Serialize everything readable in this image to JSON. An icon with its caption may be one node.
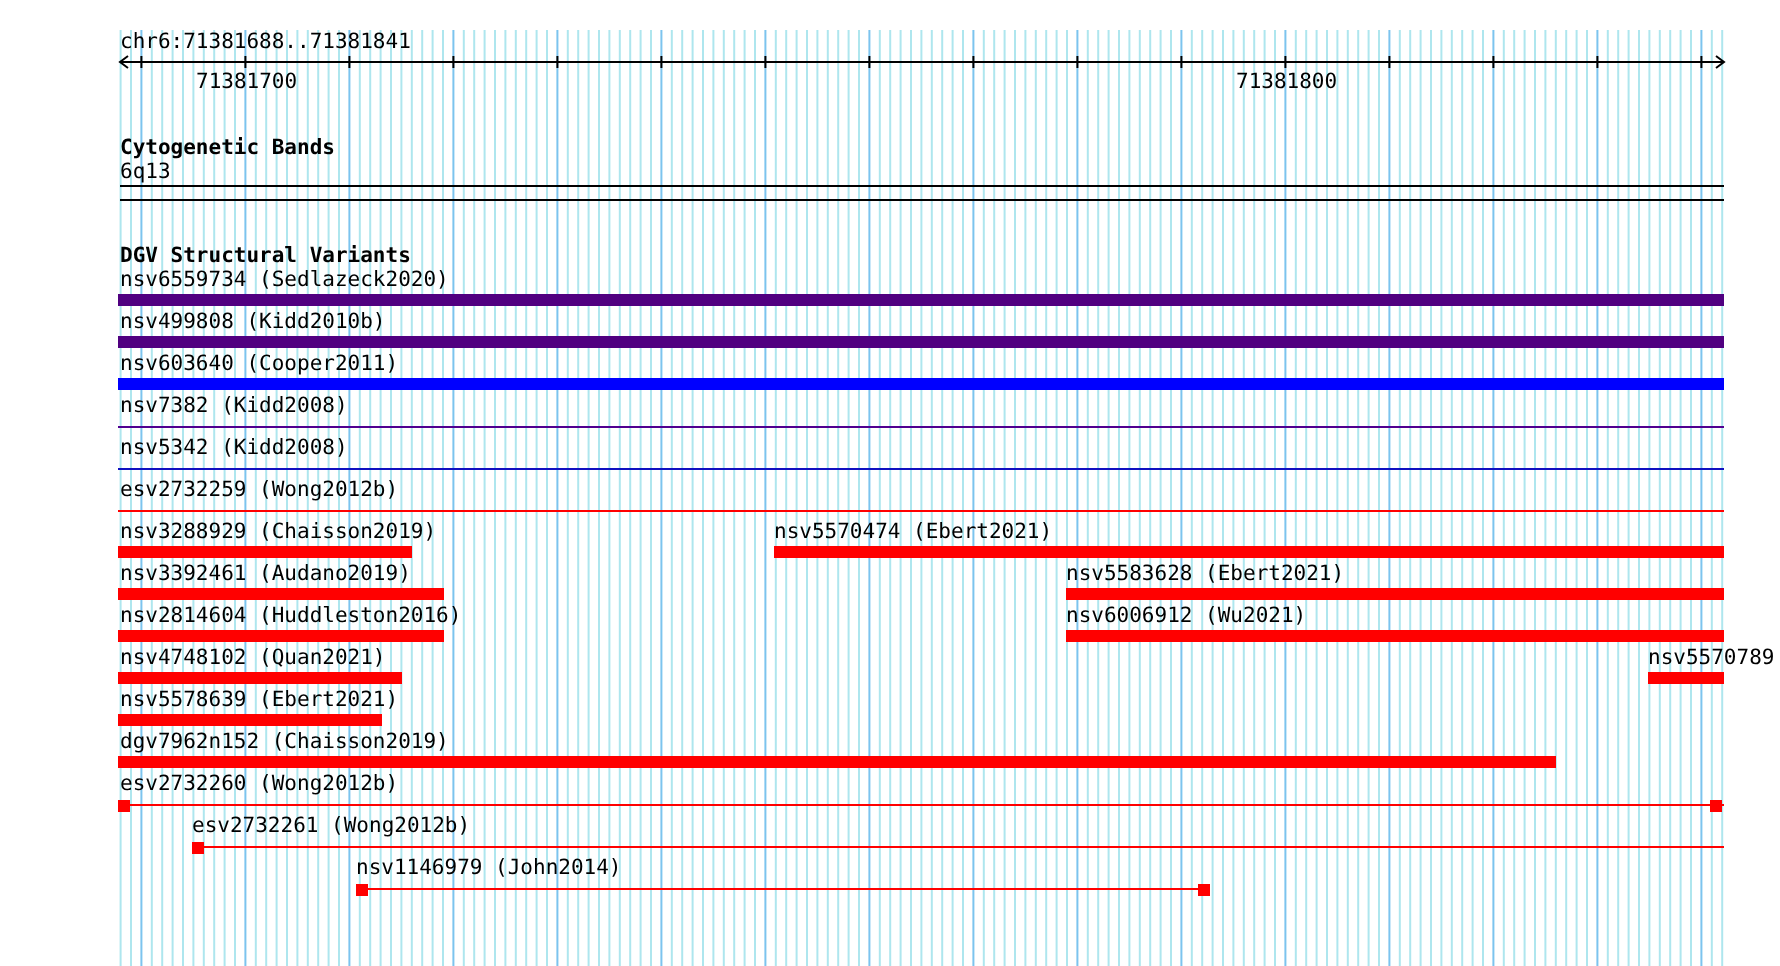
{
  "diagram": {
    "nodes": [
      {
        "text": [
          "nsv6559734 (Sedlazeck2020)"
        ]
      },
      {
        "text": [
          "nsv499808 (Kidd2010b)"
        ]
      },
      {
        "text": [
          "nsv603640 (Cooper2011)"
        ]
      },
      {
        "text": [
          "nsv7382 (Kidd2008)"
        ]
      },
      {
        "text": [
          "nsv5342 (Kidd2008)"
        ]
      },
      {
        "text": [
          "esv2732259 (Wong2012b)"
        ]
      },
      {
        "text": [
          "nsv3288929 (Chaisson2019)"
        ]
      },
      {
        "text": [
          "nsv5570474 (Ebert2021)"
        ]
      },
      {
        "text": [
          "nsv3392461 (Audano2019)"
        ]
      },
      {
        "text": [
          "nsv5583628 (Ebert2021)"
        ]
      },
      {
        "text": [
          "nsv2814604 (Huddleston2016)"
        ]
      },
      {
        "text": [
          "nsv6006912 (Wu2021)"
        ]
      },
      {
        "text": [
          "nsv4748102 (Quan2021)"
        ]
      },
      {
        "text": [
          "nsv5570789"
        ]
      },
      {
        "text": [
          "nsv5578639 (Ebert2021)"
        ]
      },
      {
        "text": [
          "dgv7962n152 (Chaisson2019)"
        ]
      },
      {
        "text": [
          "esv2732260 (Wong2012b)"
        ]
      },
      {
        "text": [
          "esv2732261 (Wong2012b)"
        ]
      },
      {
        "text": [
          "nsv1146979 (John2014)"
        ]
      }
    ],
    "labels": [
      "chr6:71381688..71381841",
      "71381700",
      "71381800",
      "Cytogenetic Bands",
      "6q13",
      "DGV Structural Variants"
    ]
  }
}
